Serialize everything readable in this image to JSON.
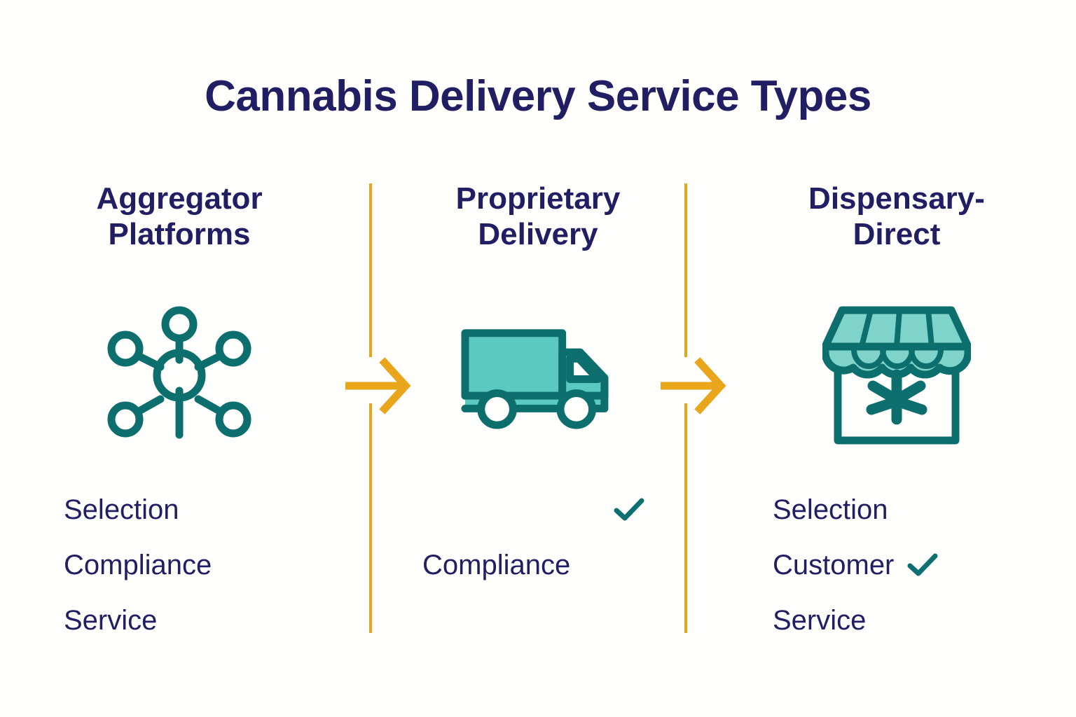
{
  "page": {
    "title": "Cannabis Delivery Service Types",
    "background_color": "#fffffd"
  },
  "colors": {
    "navy": "#221e63",
    "teal_dark": "#0d6e6e",
    "teal_light": "#5cc9c0",
    "teal_awning": "#7ed4cb",
    "amber": "#e9a61b",
    "check_teal": "#0d7070"
  },
  "columns": [
    {
      "id": "aggregator-platforms",
      "header": "Aggregator\nPlatforms",
      "header_line1": "Aggregator",
      "header_line2": "Platforms",
      "icon": "network-hub-icon",
      "features": [
        {
          "label": "Selection",
          "checked": false
        },
        {
          "label": "Compliance",
          "checked": false
        },
        {
          "label": "Service",
          "checked": false
        }
      ]
    },
    {
      "id": "proprietary-delivery",
      "header": "Proprietary\nDelivery",
      "header_line1": "Proprietary",
      "header_line2": "Delivery",
      "icon": "delivery-truck-icon",
      "features": [
        {
          "label": "",
          "checked": true
        },
        {
          "label": "Compliance",
          "checked": false
        },
        {
          "label": "",
          "checked": false
        }
      ]
    },
    {
      "id": "dispensary-direct",
      "header": "Dispensary-\nDirect",
      "header_line1": "Dispensary-",
      "header_line2": "Direct",
      "icon": "storefront-cannabis-icon",
      "features": [
        {
          "label": "Selection",
          "checked": false
        },
        {
          "label": "Customer",
          "checked": true
        },
        {
          "label": "Service",
          "checked": false
        }
      ]
    }
  ],
  "dividers": [
    {
      "id": "divider-1",
      "icon": "arrow-right-icon",
      "color": "#e9a61b"
    },
    {
      "id": "divider-2",
      "icon": "arrow-right-icon",
      "color": "#e9a61b"
    }
  ]
}
